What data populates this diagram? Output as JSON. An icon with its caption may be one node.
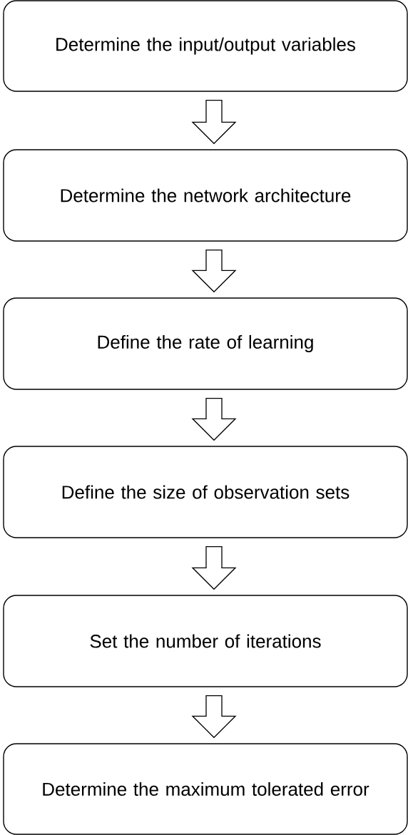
{
  "diagram": {
    "nodes": [
      {
        "text": [
          "Determine the input/output variables"
        ]
      },
      {
        "text": [
          "Determine the network architecture"
        ]
      },
      {
        "text": [
          "Define the rate of learning"
        ]
      },
      {
        "text": [
          "Define the size of observation sets"
        ]
      },
      {
        "text": [
          "Set the number of iterations"
        ]
      },
      {
        "text": [
          "Determine the maximum tolerated error"
        ]
      }
    ],
    "edges": [
      {
        "from": 0,
        "to": 1,
        "arrow": "to"
      },
      {
        "from": 1,
        "to": 2,
        "arrow": "to"
      },
      {
        "from": 2,
        "to": 3,
        "arrow": "to"
      },
      {
        "from": 3,
        "to": 4,
        "arrow": "to"
      },
      {
        "from": 4,
        "to": 5,
        "arrow": "to"
      }
    ]
  }
}
